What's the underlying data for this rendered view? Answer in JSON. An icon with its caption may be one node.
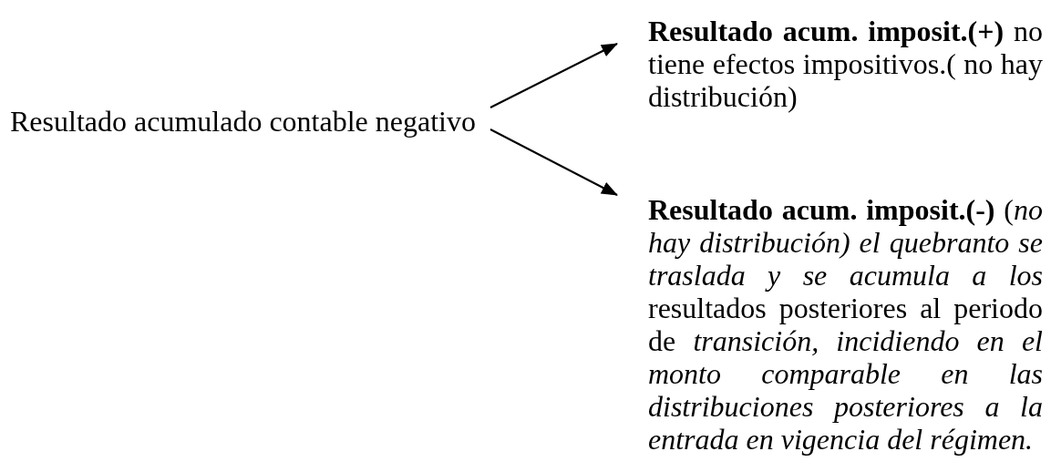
{
  "diagram": {
    "nodes": [
      {
        "text": [
          "Resultado acumulado contable negativo"
        ]
      },
      {
        "text": [
          "**Resultado acum. imposit.(+)** no tiene efectos impositivos.( no hay distribución)"
        ]
      },
      {
        "text": [
          "**Resultado acum. imposit.(-)** (*no hay distribución) el quebranto se traslada y se acumula a los* resultados posteriores al periodo de *transición, incidiendo en el monto comparable en las distribuciones posteriores a la entrada en vigencia del régimen.*"
        ]
      }
    ],
    "edges": [
      {
        "from": 0,
        "to": 1,
        "arrow": "to"
      },
      {
        "from": 0,
        "to": 2,
        "arrow": "to"
      }
    ]
  }
}
